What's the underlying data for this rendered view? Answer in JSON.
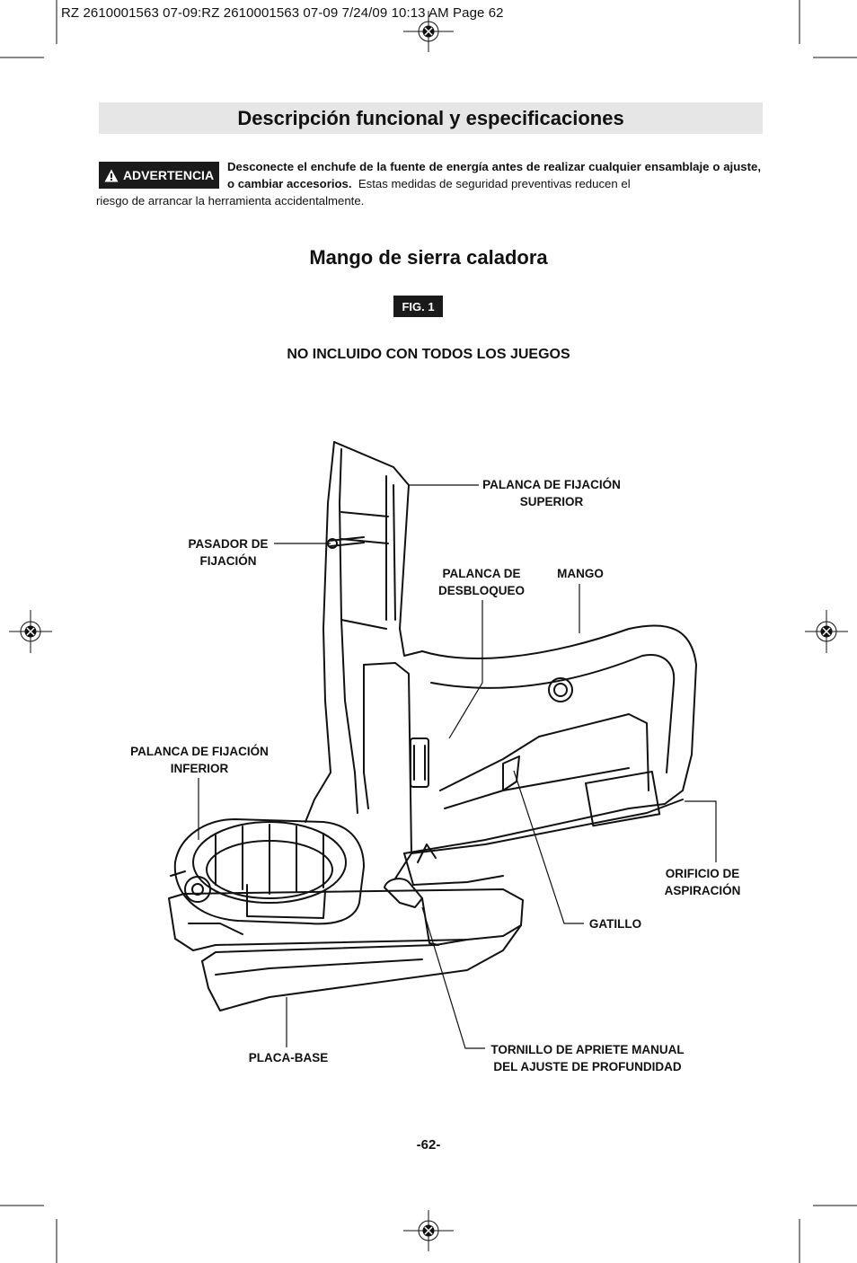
{
  "print_header": "RZ 2610001563 07-09:RZ 2610001563 07-09  7/24/09  10:13 AM  Page 62",
  "section_title": "Descripción funcional y especificaciones",
  "warning": {
    "badge": "ADVERTENCIA",
    "bold_text": "Desconecte el enchufe de la fuente de energía antes de realizar cualquier ensamblaje o ajuste, o cambiar accesorios.",
    "normal_text": "Estas medidas de seguridad preventivas reducen el",
    "continuation": "riesgo de arrancar la herramienta accidentalmente."
  },
  "figure": {
    "title": "Mango de sierra caladora",
    "badge": "FIG. 1",
    "note": "NO INCLUIDO CON TODOS LOS JUEGOS",
    "labels": {
      "upper_lever": [
        "PALANCA DE FIJACIÓN",
        "SUPERIOR"
      ],
      "locking_pin": [
        "PASADOR DE",
        "FIJACIÓN"
      ],
      "release_lever": [
        "PALANCA DE",
        "DESBLOQUEO"
      ],
      "handle": "MANGO",
      "lower_lever": [
        "PALANCA DE FIJACIÓN",
        "INFERIOR"
      ],
      "vacuum_port": [
        "ORIFICIO DE",
        "ASPIRACIÓN"
      ],
      "trigger": "GATILLO",
      "base_plate": "PLACA-BASE",
      "depth_screw": [
        "TORNILLO DE APRIETE MANUAL",
        "DEL AJUSTE DE PROFUNDIDAD"
      ]
    }
  },
  "page_number": "-62-"
}
